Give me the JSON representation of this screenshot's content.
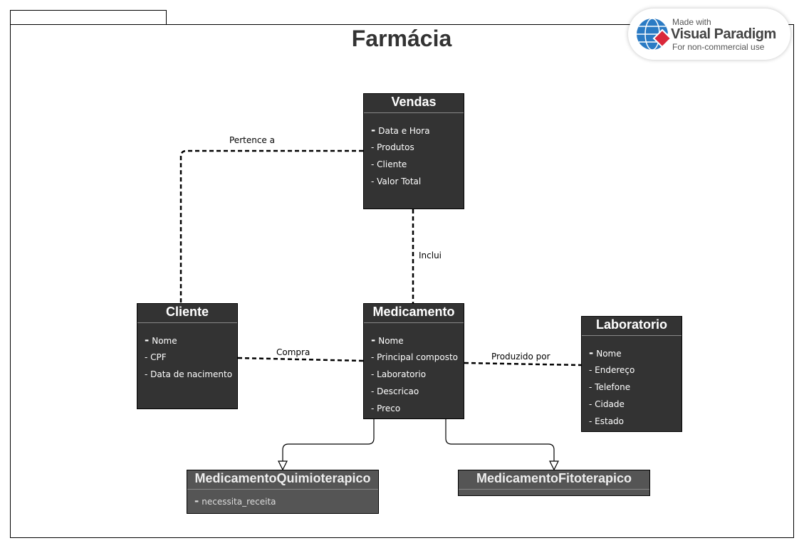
{
  "diagram": {
    "title": "Farmácia"
  },
  "classes": {
    "vendas": {
      "name": "Vendas",
      "attributes": [
        "Data e Hora",
        "Produtos",
        "Cliente",
        "Valor Total"
      ]
    },
    "cliente": {
      "name": "Cliente",
      "attributes": [
        "Nome",
        "CPF",
        "Data de nacimento"
      ]
    },
    "medicamento": {
      "name": "Medicamento",
      "attributes": [
        "Nome",
        "Principal composto",
        "Laboratorio",
        "Descricao",
        "Preco"
      ]
    },
    "laboratorio": {
      "name": "Laboratorio",
      "attributes": [
        "Nome",
        "Endereço",
        "Telefone",
        "Cidade",
        "Estado"
      ]
    },
    "quimioterapico": {
      "name": "MedicamentoQuimioterapico",
      "attributes": [
        "necessita_receita"
      ]
    },
    "fitoterapico": {
      "name": "MedicamentoFitoterapico",
      "attributes": []
    }
  },
  "relations": {
    "pertence": "Pertence a",
    "inclui": "Inclui",
    "compra": "Compra",
    "produzido": "Produzido por"
  },
  "watermark": {
    "made_with": "Made with",
    "brand": "Visual Paradigm",
    "note": "For non-commercial use"
  }
}
